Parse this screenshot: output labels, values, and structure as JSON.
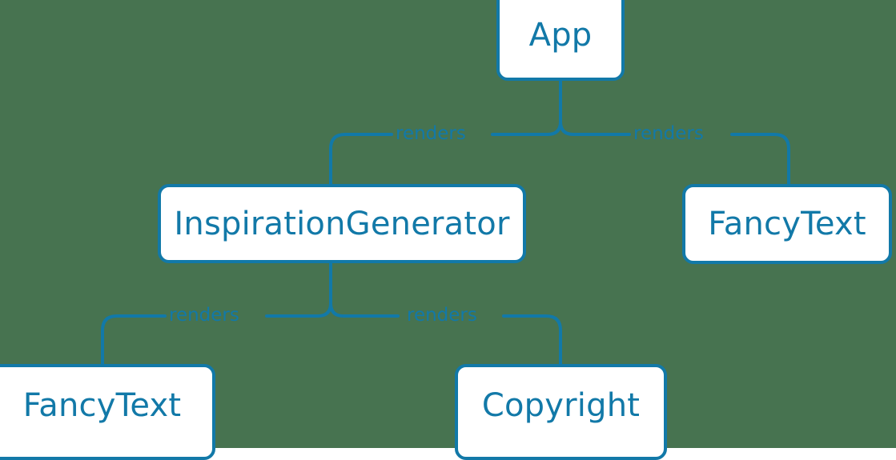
{
  "diagram": {
    "type": "component-tree",
    "title": "React component render tree",
    "colors": {
      "background": "#477350",
      "accent": "#1279A8",
      "node_fill": "#ffffff"
    },
    "nodes": [
      {
        "id": "app",
        "label": "App"
      },
      {
        "id": "inspirationgenerator",
        "label": "InspirationGenerator"
      },
      {
        "id": "fancytext-right",
        "label": "FancyText"
      },
      {
        "id": "fancytext-bottom",
        "label": "FancyText"
      },
      {
        "id": "copyright",
        "label": "Copyright"
      }
    ],
    "edges": [
      {
        "id": "app-ig",
        "from": "app",
        "to": "inspirationgenerator",
        "label": "renders"
      },
      {
        "id": "app-ft",
        "from": "app",
        "to": "fancytext-right",
        "label": "renders"
      },
      {
        "id": "ig-ft",
        "from": "inspirationgenerator",
        "to": "fancytext-bottom",
        "label": "renders"
      },
      {
        "id": "ig-cr",
        "from": "inspirationgenerator",
        "to": "copyright",
        "label": "renders"
      }
    ]
  }
}
